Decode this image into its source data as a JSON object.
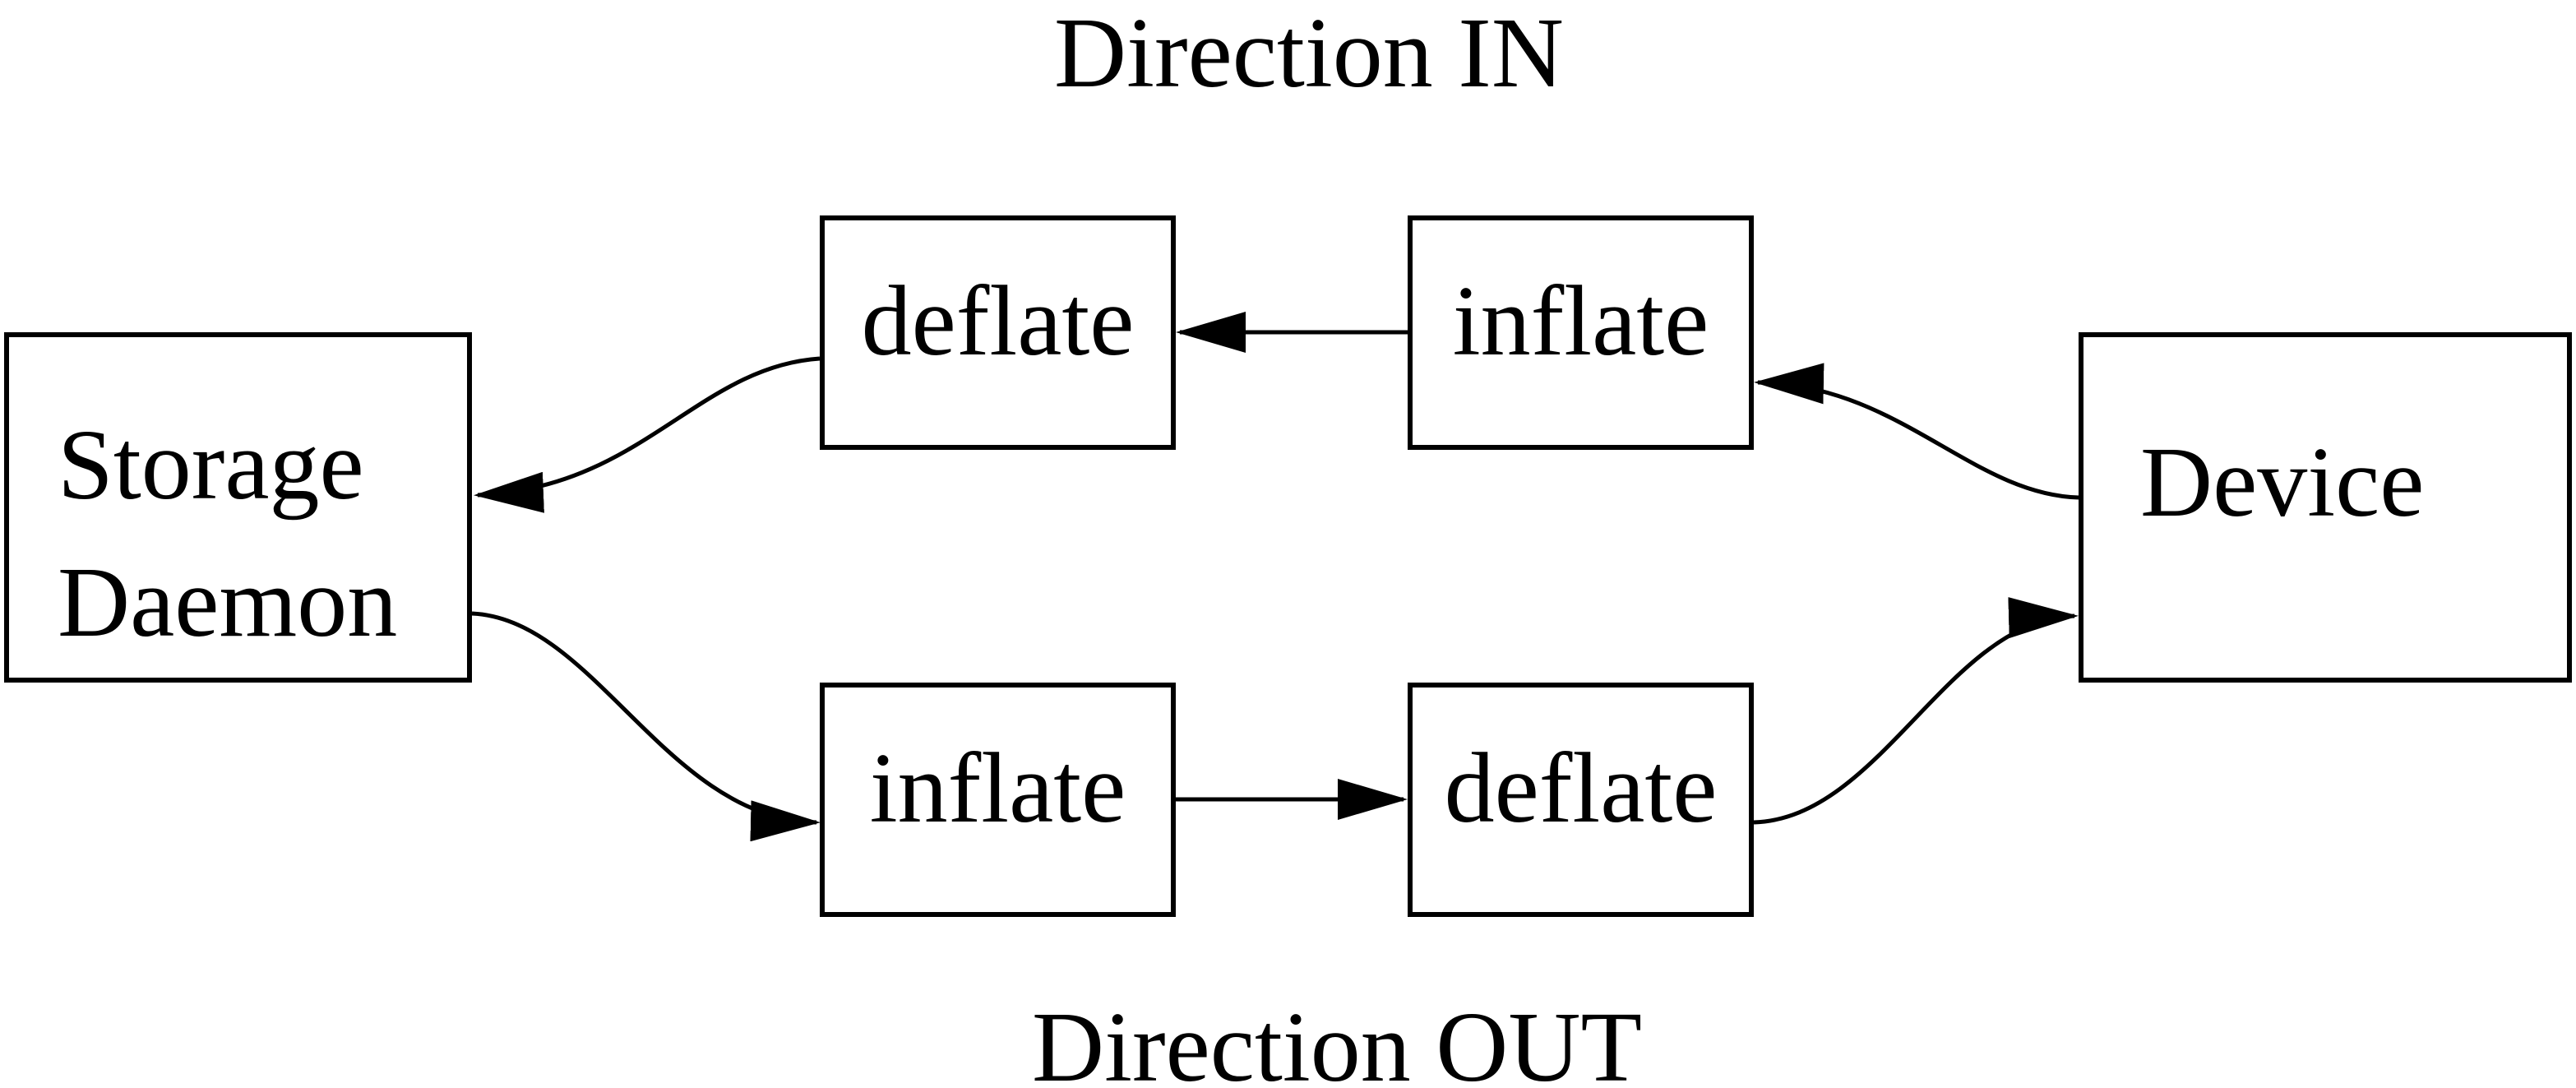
{
  "diagram": {
    "title_in": "Direction IN",
    "title_out": "Direction OUT",
    "nodes": {
      "storage_daemon": {
        "line1": "Storage",
        "line2": "Daemon"
      },
      "deflate_in": {
        "label": "deflate"
      },
      "inflate_in": {
        "label": "inflate"
      },
      "device": {
        "label": "Device"
      },
      "inflate_out": {
        "label": "inflate"
      },
      "deflate_out": {
        "label": "deflate"
      }
    },
    "edges": [
      {
        "from": "device",
        "to": "inflate_in",
        "direction": "IN"
      },
      {
        "from": "inflate_in",
        "to": "deflate_in",
        "direction": "IN"
      },
      {
        "from": "deflate_in",
        "to": "storage_daemon",
        "direction": "IN"
      },
      {
        "from": "storage_daemon",
        "to": "inflate_out",
        "direction": "OUT"
      },
      {
        "from": "inflate_out",
        "to": "deflate_out",
        "direction": "OUT"
      },
      {
        "from": "deflate_out",
        "to": "device",
        "direction": "OUT"
      }
    ],
    "colors": {
      "line": "#000000",
      "text": "#000000",
      "background": "#ffffff"
    }
  }
}
